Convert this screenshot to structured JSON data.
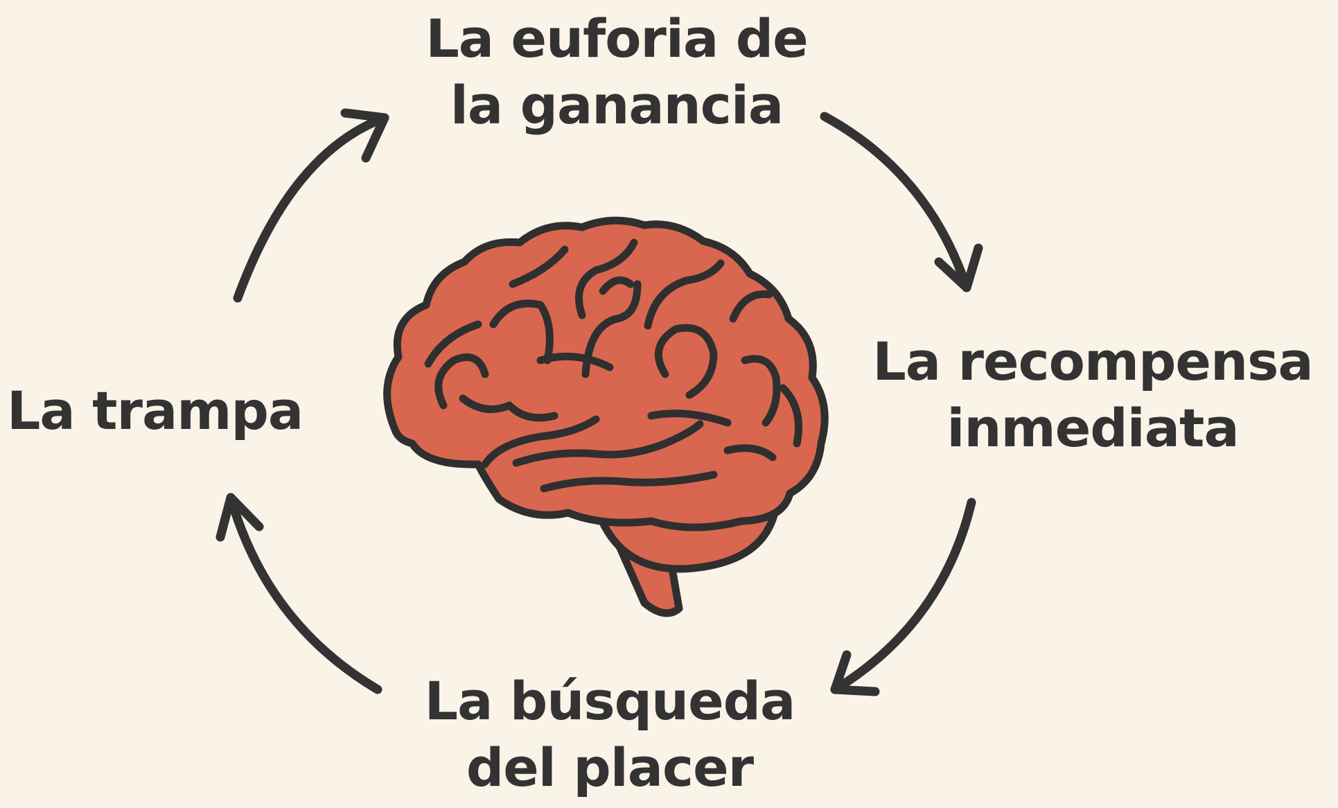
{
  "diagram": {
    "stages": {
      "top": {
        "line1": "La euforia de",
        "line2": "la ganancia"
      },
      "right": {
        "line1": "La recompensa",
        "line2": "inmediata"
      },
      "bottom": {
        "line1": "La búsqueda",
        "line2": "del placer"
      },
      "left": {
        "line1": "La trampa"
      }
    },
    "flow": "clockwise",
    "colors": {
      "background": "#faf3e8",
      "text": "#333333",
      "arrow": "#333333",
      "brain_fill": "#d9674f",
      "brain_outline": "#2f2f2f"
    },
    "icons": [
      "brain-icon",
      "arrow-icon"
    ]
  }
}
